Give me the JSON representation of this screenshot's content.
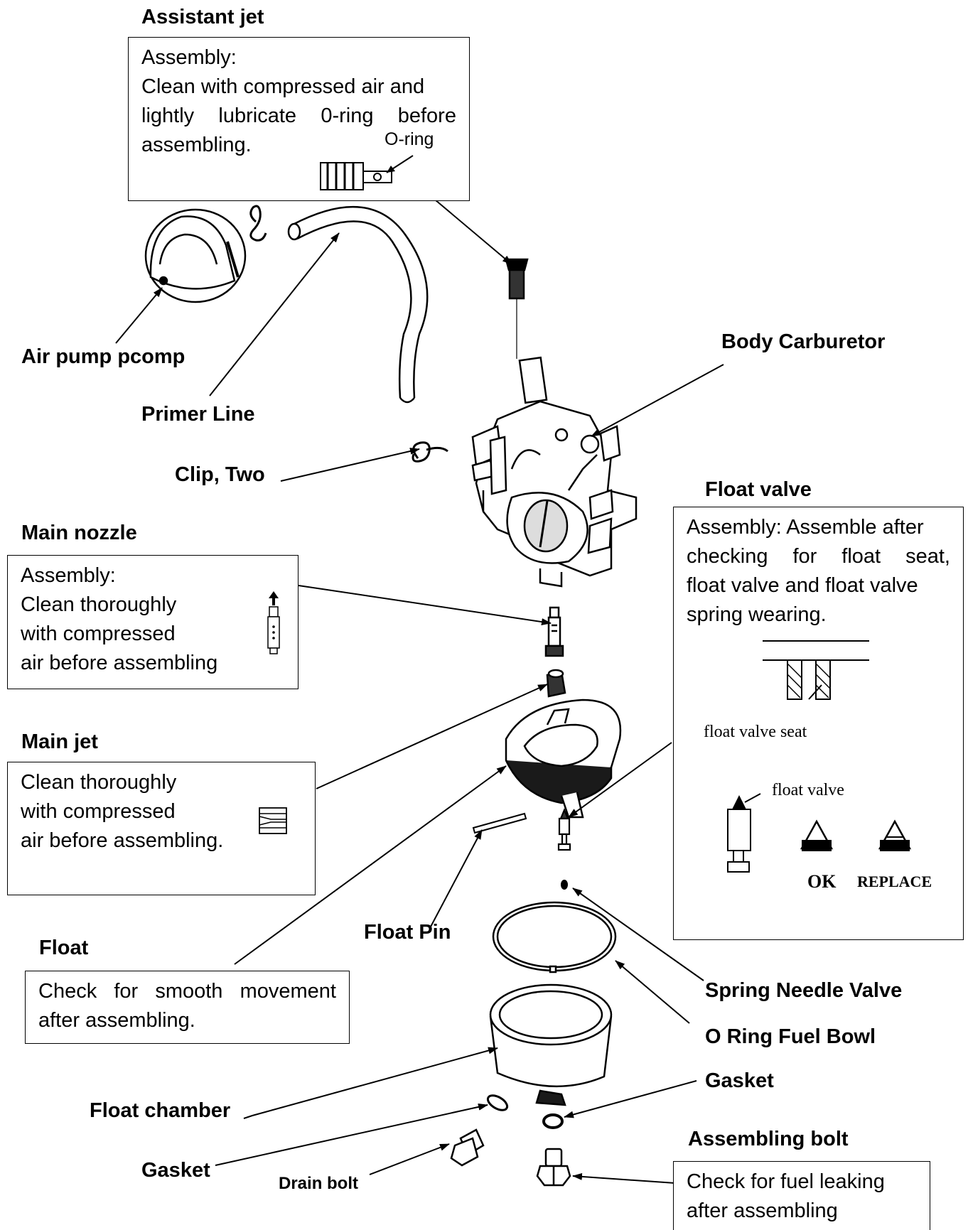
{
  "labels": {
    "assistant_jet": "Assistant jet",
    "air_pump": "Air pump pcomp",
    "primer_line": "Primer Line",
    "clip_two": "Clip, Two",
    "body_carburetor": "Body Carburetor",
    "float_valve": "Float valve",
    "main_nozzle": "Main nozzle",
    "main_jet": "Main jet",
    "float": "Float",
    "float_pin": "Float Pin",
    "spring_needle_valve": "Spring Needle Valve",
    "o_ring_fuel_bowl": "O Ring Fuel Bowl",
    "gasket_right": "Gasket",
    "float_chamber": "Float chamber",
    "gasket_left": "Gasket",
    "assembling_bolt": "Assembling bolt",
    "drain_bolt": "Drain bolt"
  },
  "boxes": {
    "assistant_jet": {
      "l1": "Assembly:",
      "l2": "Clean with compressed air and",
      "l3": [
        "lightly",
        "lubricate",
        "0-ring",
        "before"
      ],
      "l4": "assembling.",
      "oring_label": "O-ring"
    },
    "float_valve": {
      "l1": "Assembly: Assemble after",
      "l2": [
        "checking",
        "for",
        "float",
        "seat,"
      ],
      "l3": "float valve and float valve",
      "l4": "spring wearing.",
      "seat_label": "float valve seat",
      "valve_label": "float valve",
      "ok": "OK",
      "replace": "REPLACE"
    },
    "main_nozzle": {
      "l1": "Assembly:",
      "l2": "Clean thoroughly",
      "l3": "with compressed",
      "l4": "air before assembling"
    },
    "main_jet": {
      "l1": "Clean thoroughly",
      "l2": "with compressed",
      "l3": "air before assembling."
    },
    "float": {
      "l1": [
        "Check",
        "for",
        "smooth",
        "movement"
      ],
      "l2": "after assembling."
    },
    "assembling_bolt": {
      "l1": "Check for fuel leaking",
      "l2": "after assembling"
    }
  }
}
